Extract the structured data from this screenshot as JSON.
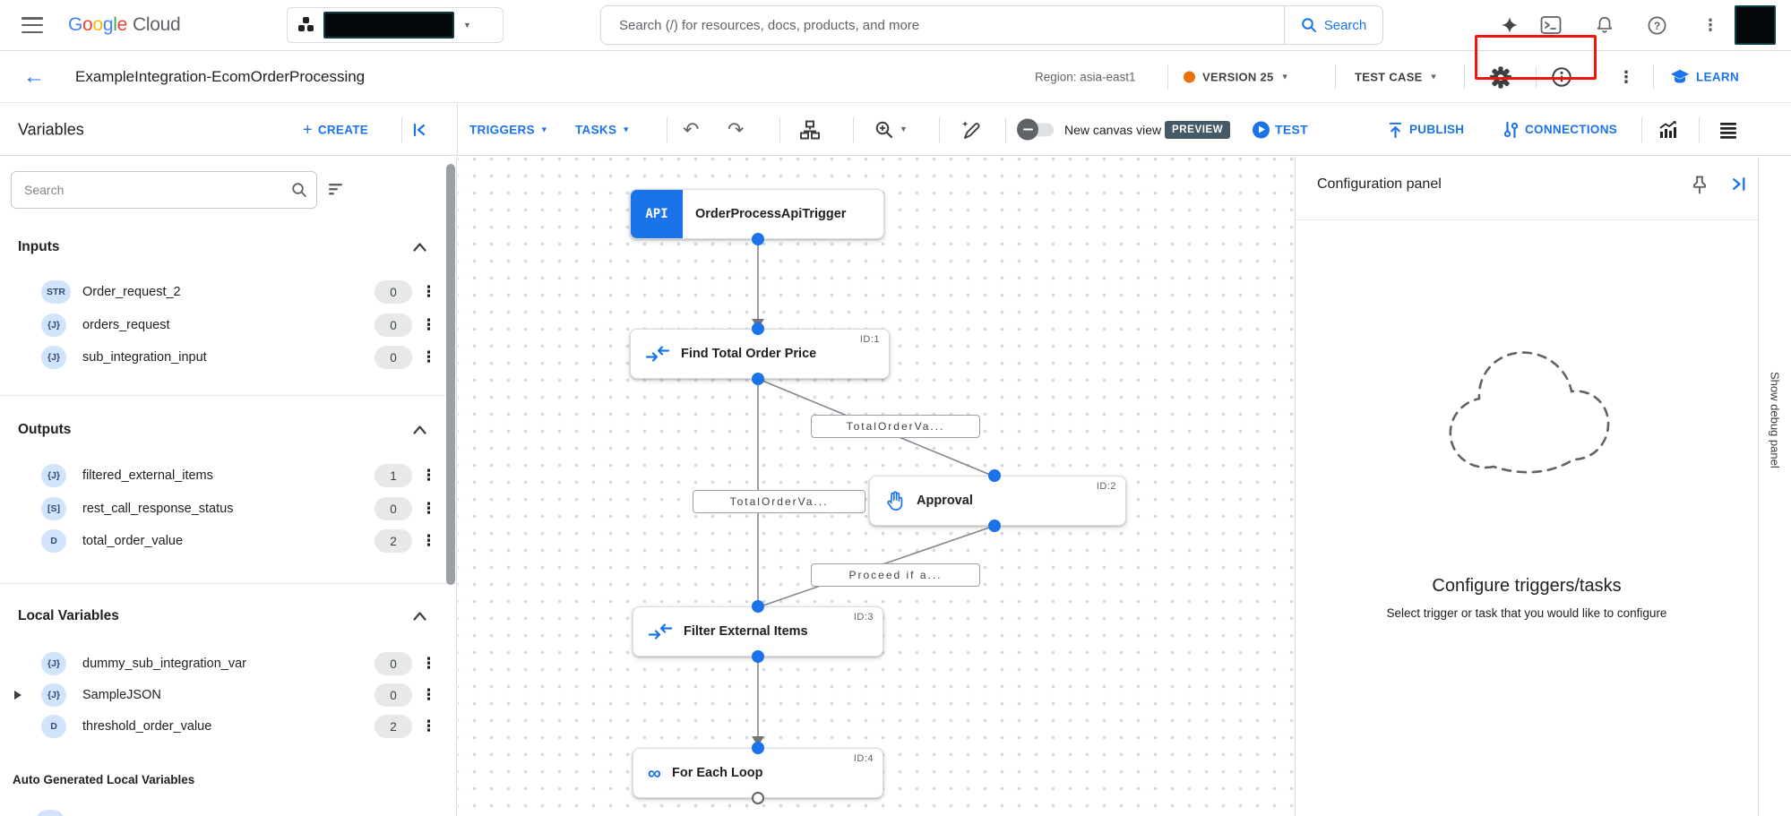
{
  "colors": {
    "accent": "#1a73e8",
    "annotation_red": "#ee1509",
    "version_dot": "#e8710a",
    "preview_badge": "#455a64"
  },
  "topbar": {
    "logo_google": "Google",
    "logo_cloud": "Cloud",
    "search_placeholder": "Search (/) for resources, docs, products, and more",
    "search_button": "Search"
  },
  "titlebar": {
    "title": "ExampleIntegration-EcomOrderProcessing",
    "region": "Region: asia-east1",
    "version": "VERSION 25",
    "test_case": "TEST CASE",
    "learn": "LEARN"
  },
  "toolbar": {
    "variables_title": "Variables",
    "create": "CREATE",
    "triggers": "TRIGGERS",
    "tasks": "TASKS",
    "canvas_toggle": "New canvas view",
    "preview": "PREVIEW",
    "test": "TEST",
    "publish": "PUBLISH",
    "connections": "CONNECTIONS"
  },
  "sidebar": {
    "search_placeholder": "Search",
    "sections": [
      {
        "title": "Inputs",
        "items": [
          {
            "type": "STR",
            "name": "Order_request_2",
            "count": "0"
          },
          {
            "type": "{J}",
            "name": "orders_request",
            "count": "0"
          },
          {
            "type": "{J}",
            "name": "sub_integration_input",
            "count": "0"
          }
        ]
      },
      {
        "title": "Outputs",
        "items": [
          {
            "type": "{J}",
            "name": "filtered_external_items",
            "count": "1"
          },
          {
            "type": "[S]",
            "name": "rest_call_response_status",
            "count": "0"
          },
          {
            "type": "D",
            "name": "total_order_value",
            "count": "2"
          }
        ]
      },
      {
        "title": "Local Variables",
        "items": [
          {
            "type": "{J}",
            "name": "dummy_sub_integration_var",
            "count": "0"
          },
          {
            "type": "{J}",
            "name": "SampleJSON",
            "count": "0"
          },
          {
            "type": "D",
            "name": "threshold_order_value",
            "count": "2"
          }
        ]
      }
    ],
    "auto_generated_title": "Auto Generated Local Variables"
  },
  "canvas": {
    "trigger": {
      "badge": "API",
      "label": "OrderProcessApiTrigger"
    },
    "nodes": [
      {
        "id": "ID:1",
        "label": "Find Total Order Price"
      },
      {
        "id": "ID:2",
        "label": "Approval"
      },
      {
        "id": "ID:3",
        "label": "Filter External Items"
      },
      {
        "id": "ID:4",
        "label": "For Each Loop"
      }
    ],
    "edge_labels": [
      "TotalOrderVa...",
      "TotalOrderVa...",
      "Proceed if a..."
    ]
  },
  "config_panel": {
    "title": "Configuration panel",
    "heading": "Configure triggers/tasks",
    "subheading": "Select trigger or task that you would like to configure"
  },
  "debug_panel": {
    "label": "Show debug panel"
  }
}
